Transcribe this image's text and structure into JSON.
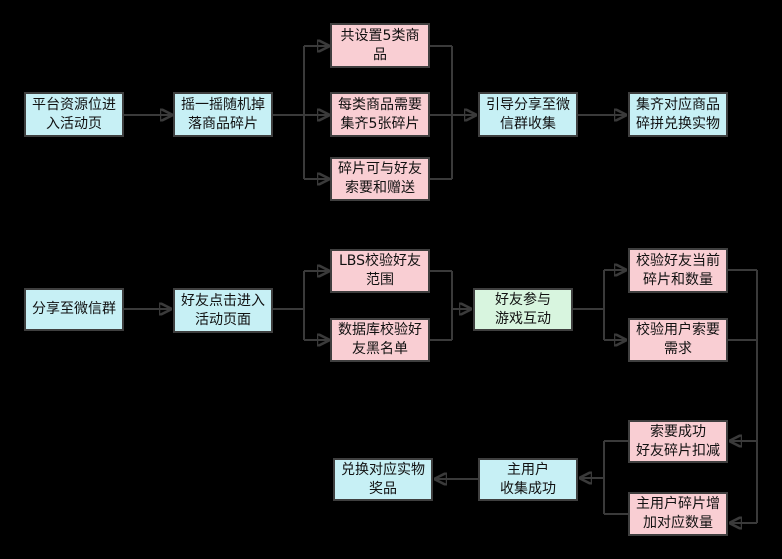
{
  "diagram": {
    "background": "#000000",
    "colors": {
      "cyan_fill": "#c7f0f5",
      "pink_fill": "#f9ced3",
      "green_fill": "#d8f5df",
      "box_border": "#3f3f3f",
      "connector": "#3a3a3a",
      "text": "#111111"
    },
    "nodes": {
      "platform_entry": {
        "label": "平台资源位进\n入活动页",
        "type": "cyan"
      },
      "shake_drop": {
        "label": "摇一摇随机掉\n落商品碎片",
        "type": "cyan"
      },
      "five_categories": {
        "label": "共设置5类商\n品",
        "type": "pink"
      },
      "five_pieces_needed": {
        "label": "每类商品需要\n集齐5张碎片",
        "type": "pink"
      },
      "piece_request_gift": {
        "label": "碎片可与好友\n索要和赠送",
        "type": "pink"
      },
      "guide_share": {
        "label": "引导分享至微\n信群收集",
        "type": "cyan"
      },
      "collect_redeem": {
        "label": "集齐对应商品\n碎拼兑换实物",
        "type": "cyan"
      },
      "share_to_group": {
        "label": "分享至微信群",
        "type": "cyan"
      },
      "friend_click": {
        "label": "好友点击进入\n活动页面",
        "type": "cyan"
      },
      "lbs_check": {
        "label": "LBS校验好友\n范围",
        "type": "pink"
      },
      "blacklist_check": {
        "label": "数据库校验好\n友黑名单",
        "type": "pink"
      },
      "friend_play": {
        "label": "好友参与\n游戏互动",
        "type": "green"
      },
      "check_friend_pieces": {
        "label": "校验好友当前\n碎片和数量",
        "type": "pink"
      },
      "check_request_need": {
        "label": "校验用户索要\n需求",
        "type": "pink"
      },
      "request_success": {
        "label": "索要成功\n好友碎片扣减",
        "type": "pink"
      },
      "main_pieces_increase": {
        "label": "主用户碎片增\n加对应数量",
        "type": "pink"
      },
      "main_collect_success": {
        "label": "主用户\n收集成功",
        "type": "cyan"
      },
      "redeem_prize": {
        "label": "兑换对应实物\n奖品",
        "type": "cyan"
      }
    }
  }
}
